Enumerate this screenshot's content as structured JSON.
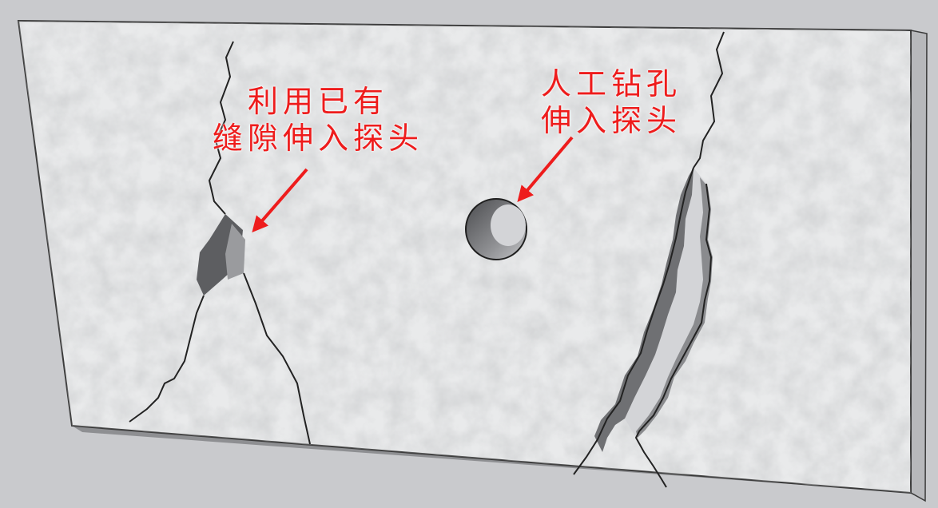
{
  "annotations": {
    "existing_crack": {
      "line1": "利用已有",
      "line2": "缝隙伸入探头"
    },
    "drilled_hole": {
      "line1": "人工钻孔",
      "line2": "伸入探头"
    }
  },
  "colors": {
    "background": "#c9cacd",
    "wall_face": "#e9eaeb",
    "wall_edge": "#3a3a3a",
    "crack_shadow": "#6f7073",
    "annotation": "#ee1c1c"
  }
}
